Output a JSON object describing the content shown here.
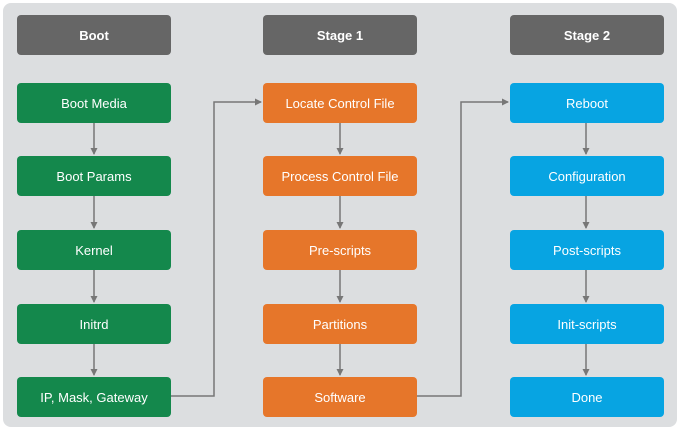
{
  "colors": {
    "panel": "#dcdee0",
    "header": "#666666",
    "boot": "#14884c",
    "stage1": "#e6762a",
    "stage2": "#07a4e2",
    "connector": "#777777"
  },
  "columns": [
    {
      "header": "Boot",
      "steps": [
        "Boot Media",
        "Boot Params",
        "Kernel",
        "Initrd",
        "IP, Mask, Gateway"
      ]
    },
    {
      "header": "Stage 1",
      "steps": [
        "Locate Control File",
        "Process Control File",
        "Pre-scripts",
        "Partitions",
        "Software"
      ]
    },
    {
      "header": "Stage 2",
      "steps": [
        "Reboot",
        "Configuration",
        "Post-scripts",
        "Init-scripts",
        "Done"
      ]
    }
  ]
}
